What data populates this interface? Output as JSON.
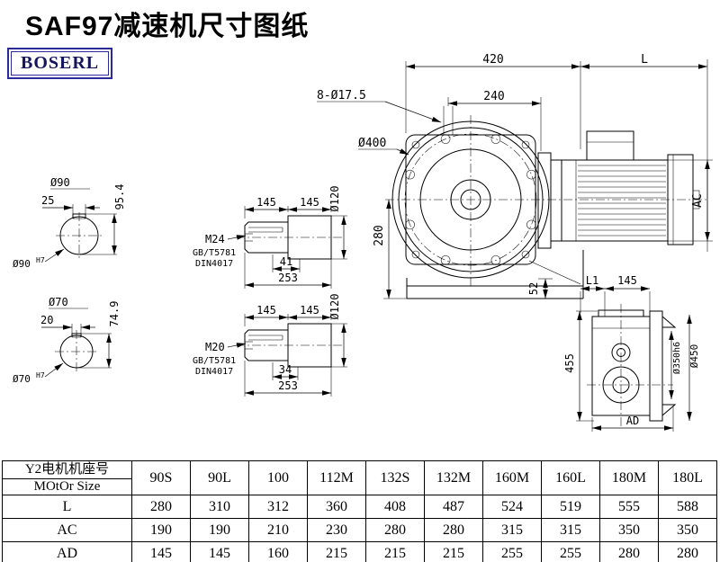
{
  "page": {
    "title": "SAF97减速机尺寸图纸",
    "brand": "BOSERL"
  },
  "front_view": {
    "dim_420": "420",
    "dim_L": "L",
    "holes": "8-Ø17.5",
    "dim_240": "240",
    "dia_400": "Ø400",
    "dim_280": "280",
    "dim_52": "52",
    "dim_AC": "AC"
  },
  "side_view": {
    "dim_L1": "L1",
    "dim_145": "145",
    "dim_455": "455",
    "dia_350": "Ø350h6",
    "dia_450": "Ø450",
    "dim_AD": "AD"
  },
  "shaft_end_90": {
    "dia": "Ø90",
    "key_width": "25",
    "key_height": "95.4",
    "bore": "Ø90",
    "bore_tol": "H7"
  },
  "shaft_end_70": {
    "dia": "Ø70",
    "key_width": "20",
    "key_height": "74.9",
    "bore": "Ø70",
    "bore_tol": "H7"
  },
  "shaft_120_top": {
    "len_a": "145",
    "len_b": "145",
    "dia": "Ø120",
    "thread": "M24",
    "std1": "GB/T5781",
    "std2": "DIN4017",
    "key_len": "41",
    "total_len": "253"
  },
  "shaft_120_bottom": {
    "len_a": "145",
    "len_b": "145",
    "dia": "Ø120",
    "thread": "M20",
    "std1": "GB/T5781",
    "std2": "DIN4017",
    "key_len": "34",
    "total_len": "253"
  },
  "table": {
    "header_cn": "Y2电机机座号",
    "header_en": "MOtOr Size",
    "columns": [
      "90S",
      "90L",
      "100",
      "112M",
      "132S",
      "132M",
      "160M",
      "160L",
      "180M",
      "180L"
    ],
    "rows": [
      {
        "label": "L",
        "values": [
          "280",
          "310",
          "312",
          "360",
          "408",
          "487",
          "524",
          "519",
          "555",
          "588"
        ]
      },
      {
        "label": "AC",
        "values": [
          "190",
          "190",
          "210",
          "230",
          "280",
          "280",
          "315",
          "315",
          "350",
          "350"
        ]
      },
      {
        "label": "AD",
        "values": [
          "145",
          "145",
          "160",
          "215",
          "215",
          "215",
          "255",
          "255",
          "280",
          "280"
        ]
      }
    ]
  }
}
